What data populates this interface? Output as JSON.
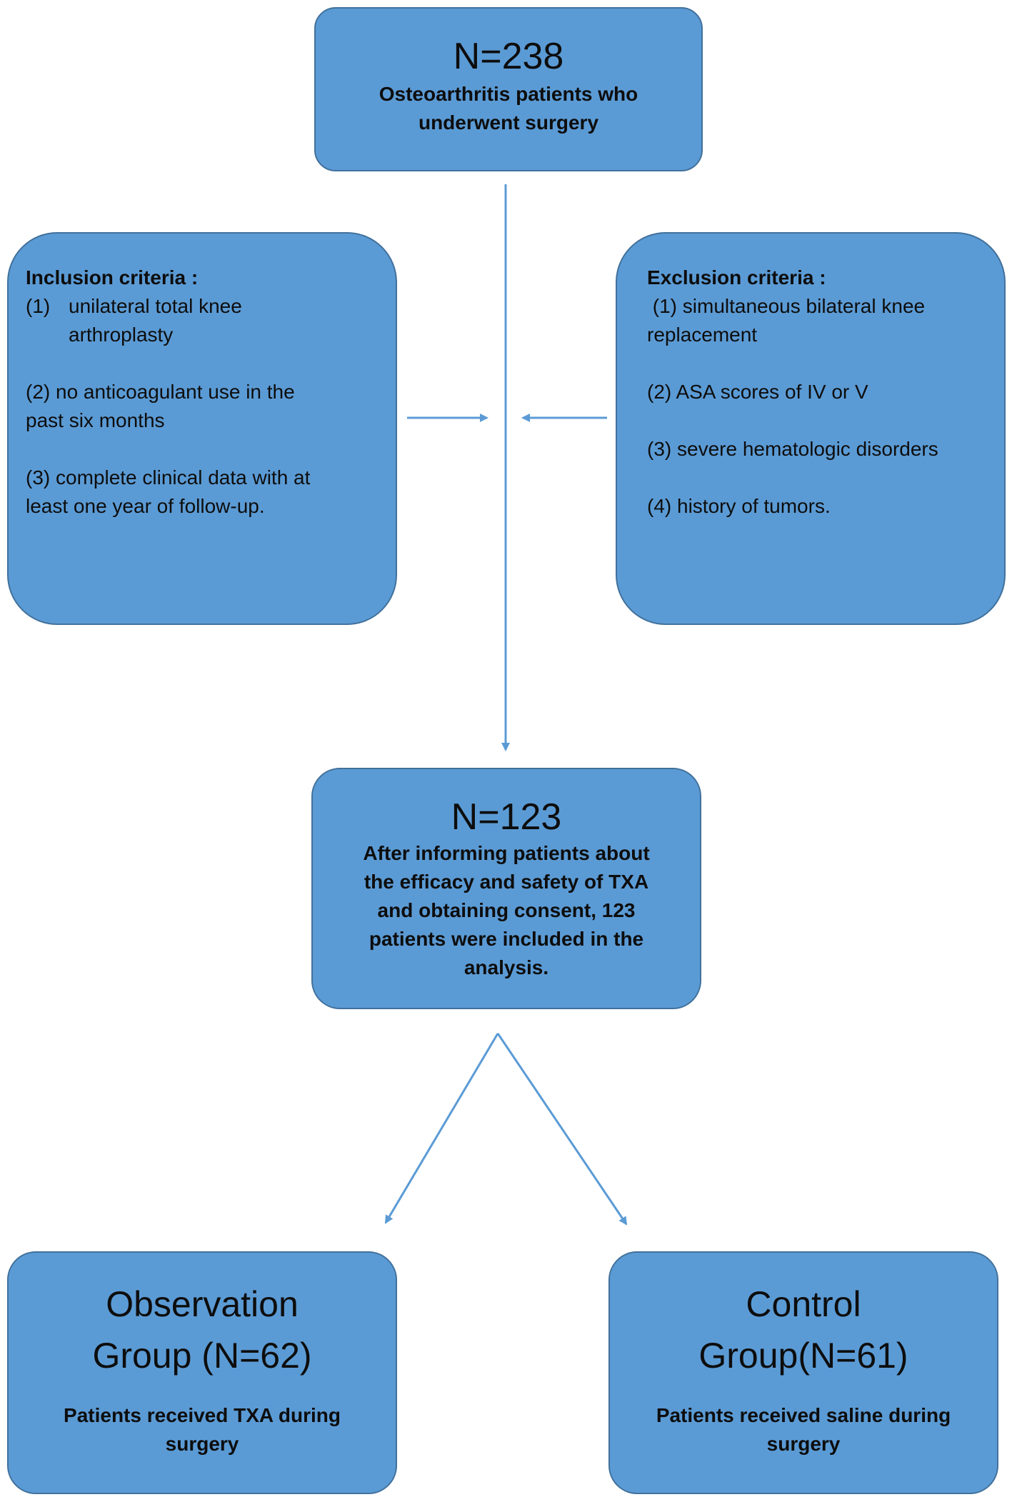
{
  "top_box": {
    "count": "N=238",
    "description_line1": "Osteoarthritis patients who",
    "description_line2": "underwent surgery"
  },
  "inclusion": {
    "title": "Inclusion  criteria :",
    "items": [
      {
        "num": "(1)",
        "line1": "unilateral total knee",
        "line2": "arthroplasty"
      },
      {
        "line1": "(2) no anticoagulant use in the",
        "line2": "past six months"
      },
      {
        "line1": "(3) complete  clinical data with at",
        "line2": "least one year of follow-up."
      }
    ]
  },
  "exclusion": {
    "title": "Exclusion  criteria :",
    "items": [
      {
        "line1": " (1) simultaneous bilateral knee",
        "line2": "replacement"
      },
      {
        "line1": "(2) ASA scores of IV or V"
      },
      {
        "line1": "(3) severe  hematologic disorders"
      },
      {
        "line1": "(4) history of tumors."
      }
    ]
  },
  "middle_box": {
    "count": "N=123",
    "lines": [
      "After informing patients about",
      "the efficacy  and safety of TXA",
      "and obtaining  consent, 123",
      "patients were included  in the",
      "analysis."
    ]
  },
  "observation_group": {
    "title_line1": "Observation",
    "title_line2": "Group (N=62)",
    "desc_line1": "Patients received TXA during",
    "desc_line2": "surgery"
  },
  "control_group": {
    "title_line1": "Control",
    "title_line2": "Group(N=61)",
    "desc_line1": "Patients received saline  during",
    "desc_line2": "surgery"
  },
  "colors": {
    "box_fill": "#5b9bd5",
    "box_border": "#41719c",
    "connector": "#5b9bd5"
  }
}
